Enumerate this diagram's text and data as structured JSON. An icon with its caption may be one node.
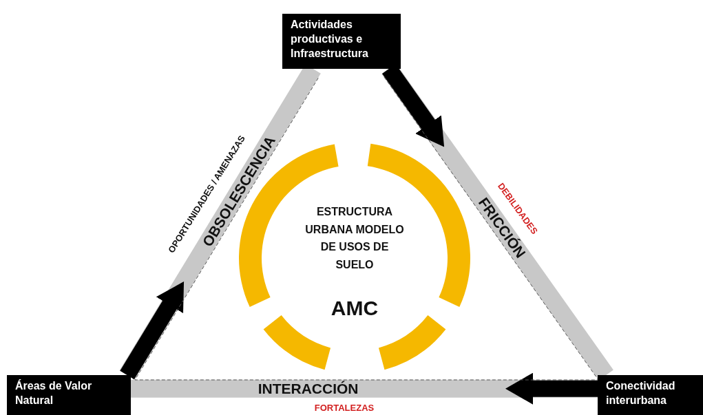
{
  "diagram": {
    "nodes": [
      {
        "text": [
          "Actividades productivas e Infraestructura"
        ]
      },
      {
        "text": [
          "Áreas de Valor Natural"
        ]
      },
      {
        "text": [
          "Conectividad interurbana"
        ]
      },
      {
        "text": [
          "ESTRUCTURA URBANA MODELO DE USOS DE SUELO",
          "AMC"
        ]
      }
    ],
    "edges": [
      {
        "from": 1,
        "to": 0,
        "arrow": "none",
        "label": "OBSOLESCENCIA"
      },
      {
        "from": 0,
        "to": 2,
        "arrow": "none",
        "label": "FRICCIÓN"
      },
      {
        "from": 2,
        "to": 1,
        "arrow": "none",
        "label": "INTERACCIÓN"
      },
      {
        "from": 1,
        "to": null,
        "arrow": "to",
        "color": "#000000"
      },
      {
        "from": 0,
        "to": null,
        "arrow": "to",
        "color": "#000000"
      },
      {
        "from": 2,
        "to": null,
        "arrow": "to",
        "color": "#000000"
      }
    ],
    "labels": [
      "OPORTUNIDADES / AMENAZAS",
      "DEBILIDADES",
      "FORTALEZAS"
    ]
  }
}
